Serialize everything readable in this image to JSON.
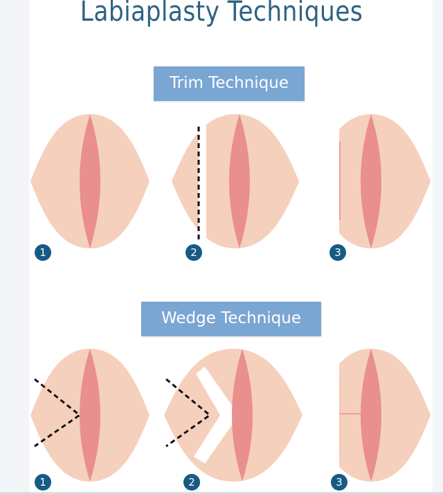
{
  "title": "Labiaplasty Techniques",
  "sections": [
    {
      "label": "Trim Technique",
      "steps": [
        "1",
        "2",
        "3"
      ]
    },
    {
      "label": "Wedge Technique",
      "steps": [
        "1",
        "2",
        "3"
      ]
    }
  ],
  "colors": {
    "skin": "#f5d0bd",
    "inner": "#e98f8d",
    "label_bg": "#7aa6d3",
    "step_badge": "#175a86",
    "title": "#2e6282"
  }
}
